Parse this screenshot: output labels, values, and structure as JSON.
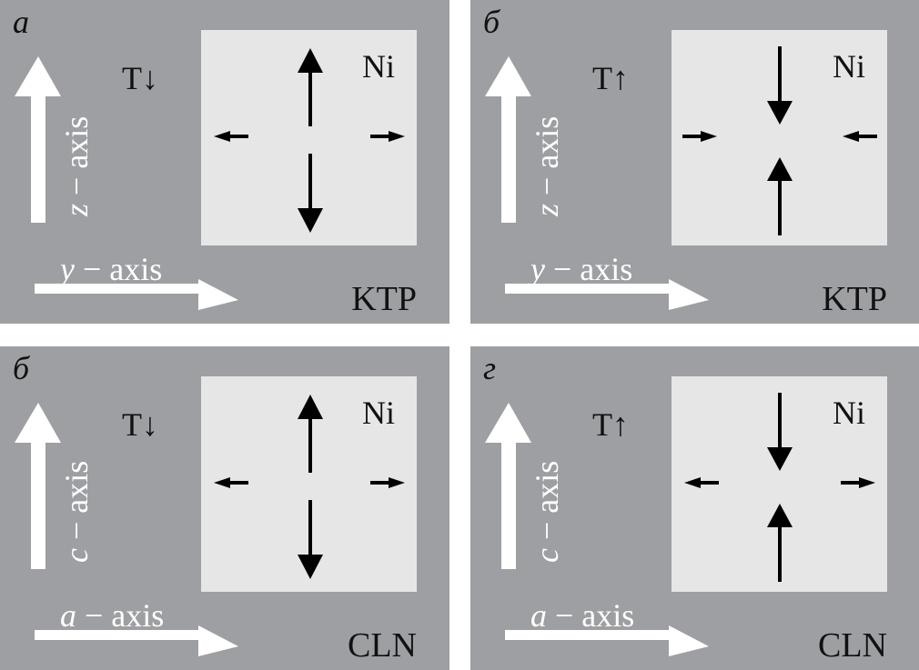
{
  "colors": {
    "panel_bg": "#9d9fa2",
    "inner_box_bg": "#e6e6e7",
    "axis_arrow": "#ffffff",
    "text": "#111111"
  },
  "panels": [
    {
      "letter": "а",
      "temperature_label": "T↓",
      "temperature_direction": "decreasing",
      "region_label": "Ni",
      "material": "KTP",
      "vertical_axis": {
        "var": "z",
        "suffix": " − axis"
      },
      "horizontal_axis": {
        "var": "y",
        "suffix": " − axis"
      },
      "vertical_field": "outward",
      "horizontal_field": "outward"
    },
    {
      "letter": "б",
      "temperature_label": "T↑",
      "temperature_direction": "increasing",
      "region_label": "Ni",
      "material": "KTP",
      "vertical_axis": {
        "var": "z",
        "suffix": " − axis"
      },
      "horizontal_axis": {
        "var": "y",
        "suffix": " − axis"
      },
      "vertical_field": "inward",
      "horizontal_field": "inward"
    },
    {
      "letter": "б",
      "temperature_label": "T↓",
      "temperature_direction": "decreasing",
      "region_label": "Ni",
      "material": "CLN",
      "vertical_axis": {
        "var": "c",
        "suffix": " − axis"
      },
      "horizontal_axis": {
        "var": "a",
        "suffix": " − axis"
      },
      "vertical_field": "outward",
      "horizontal_field": "outward"
    },
    {
      "letter": "г",
      "temperature_label": "T↑",
      "temperature_direction": "increasing",
      "region_label": "Ni",
      "material": "CLN",
      "vertical_axis": {
        "var": "c",
        "suffix": " − axis"
      },
      "horizontal_axis": {
        "var": "a",
        "suffix": " − axis"
      },
      "vertical_field": "inward",
      "horizontal_field": "outward"
    }
  ]
}
